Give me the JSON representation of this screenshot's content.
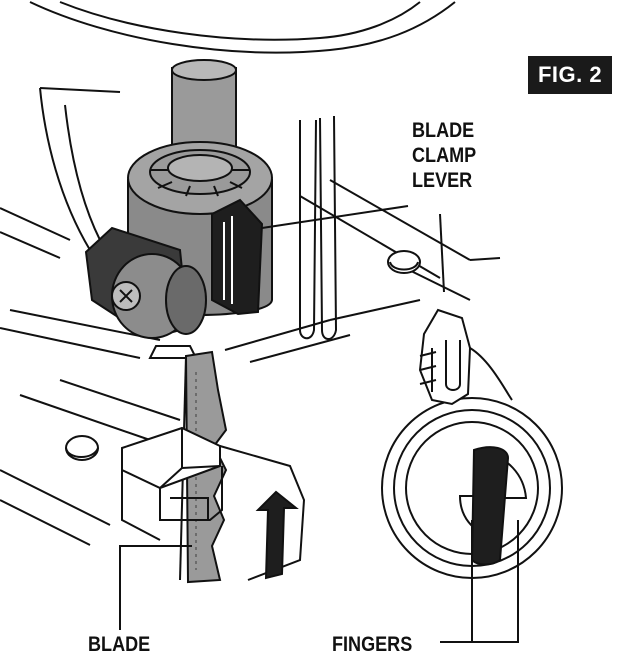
{
  "figure": {
    "badge": "FIG. 2"
  },
  "labels": {
    "blade_clamp_lever": [
      "BLADE",
      "CLAMP",
      "LEVER"
    ],
    "blade": "BLADE",
    "fingers": "FINGERS"
  },
  "colors": {
    "ink": "#111111",
    "dark_part": "#2a2a2a",
    "mid_gray": "#8a8a8a",
    "light_gray": "#b8b8b8",
    "blade_gray": "#9a9a9a"
  }
}
